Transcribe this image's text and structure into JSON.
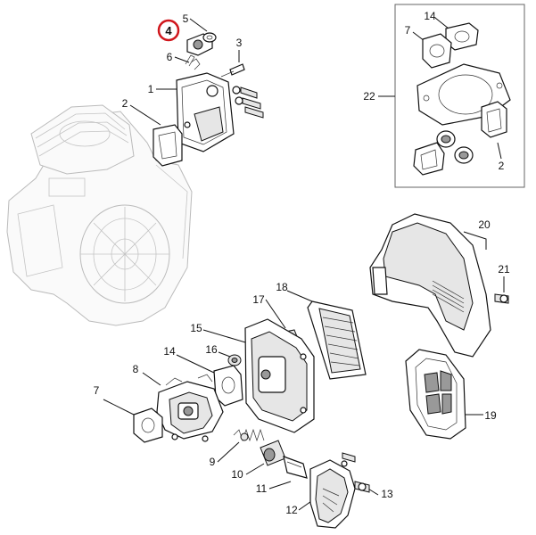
{
  "highlight": {
    "label": "4",
    "ring_color": "#d0161c"
  },
  "inset_labels": {
    "n14": "14",
    "n7": "7",
    "n22": "22",
    "n2": "2"
  },
  "callouts": {
    "n5": "5",
    "n3": "3",
    "n6": "6",
    "n1": "1",
    "n2": "2",
    "n18": "18",
    "n17": "17",
    "n15": "15",
    "n16": "16",
    "n14": "14",
    "n8": "8",
    "n7": "7",
    "n9": "9",
    "n10": "10",
    "n11": "11",
    "n12": "12",
    "n13": "13",
    "n20": "20",
    "n21": "21",
    "n19": "19"
  }
}
